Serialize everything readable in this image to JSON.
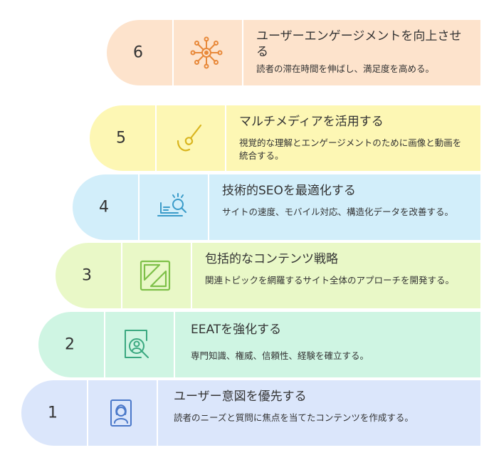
{
  "steps": [
    {
      "number": "1",
      "title": "ユーザー意図を優先する",
      "desc": "読者のニーズと質問に焦点を当てたコンテンツを作成する。",
      "icon": "user-portrait-icon",
      "color": "#dbe6fb",
      "accent": "#4a78c9"
    },
    {
      "number": "2",
      "title": "EEATを強化する",
      "desc": "専門知識、権威、信頼性、経験を確立する。",
      "icon": "user-search-icon",
      "color": "#cff5e3",
      "accent": "#3aa880"
    },
    {
      "number": "3",
      "title": "包括的なコンテンツ戦略",
      "desc": "関連トピックを網羅するサイト全体のアプローチを開発する。",
      "icon": "square-slash-icon",
      "color": "#e9f8c7",
      "accent": "#7ec049"
    },
    {
      "number": "4",
      "title": "技術的SEOを最適化する",
      "desc": "サイトの速度、モバイル対応、構造化データを改善する。",
      "icon": "laptop-search-icon",
      "color": "#d2eefa",
      "accent": "#3a9bc9"
    },
    {
      "number": "5",
      "title": "マルチメディアを活用する",
      "desc": "視覚的な理解とエンゲージメントのために画像と動画を統合する。",
      "icon": "paint-brush-icon",
      "color": "#fdf7b4",
      "accent": "#d9b51f"
    },
    {
      "number": "6",
      "title": "ユーザーエンゲージメントを向上させる",
      "desc": "読者の滞在時間を伸ばし、満足度を高める。",
      "icon": "network-hub-icon",
      "color": "#fde3cc",
      "accent": "#e8893a"
    }
  ]
}
